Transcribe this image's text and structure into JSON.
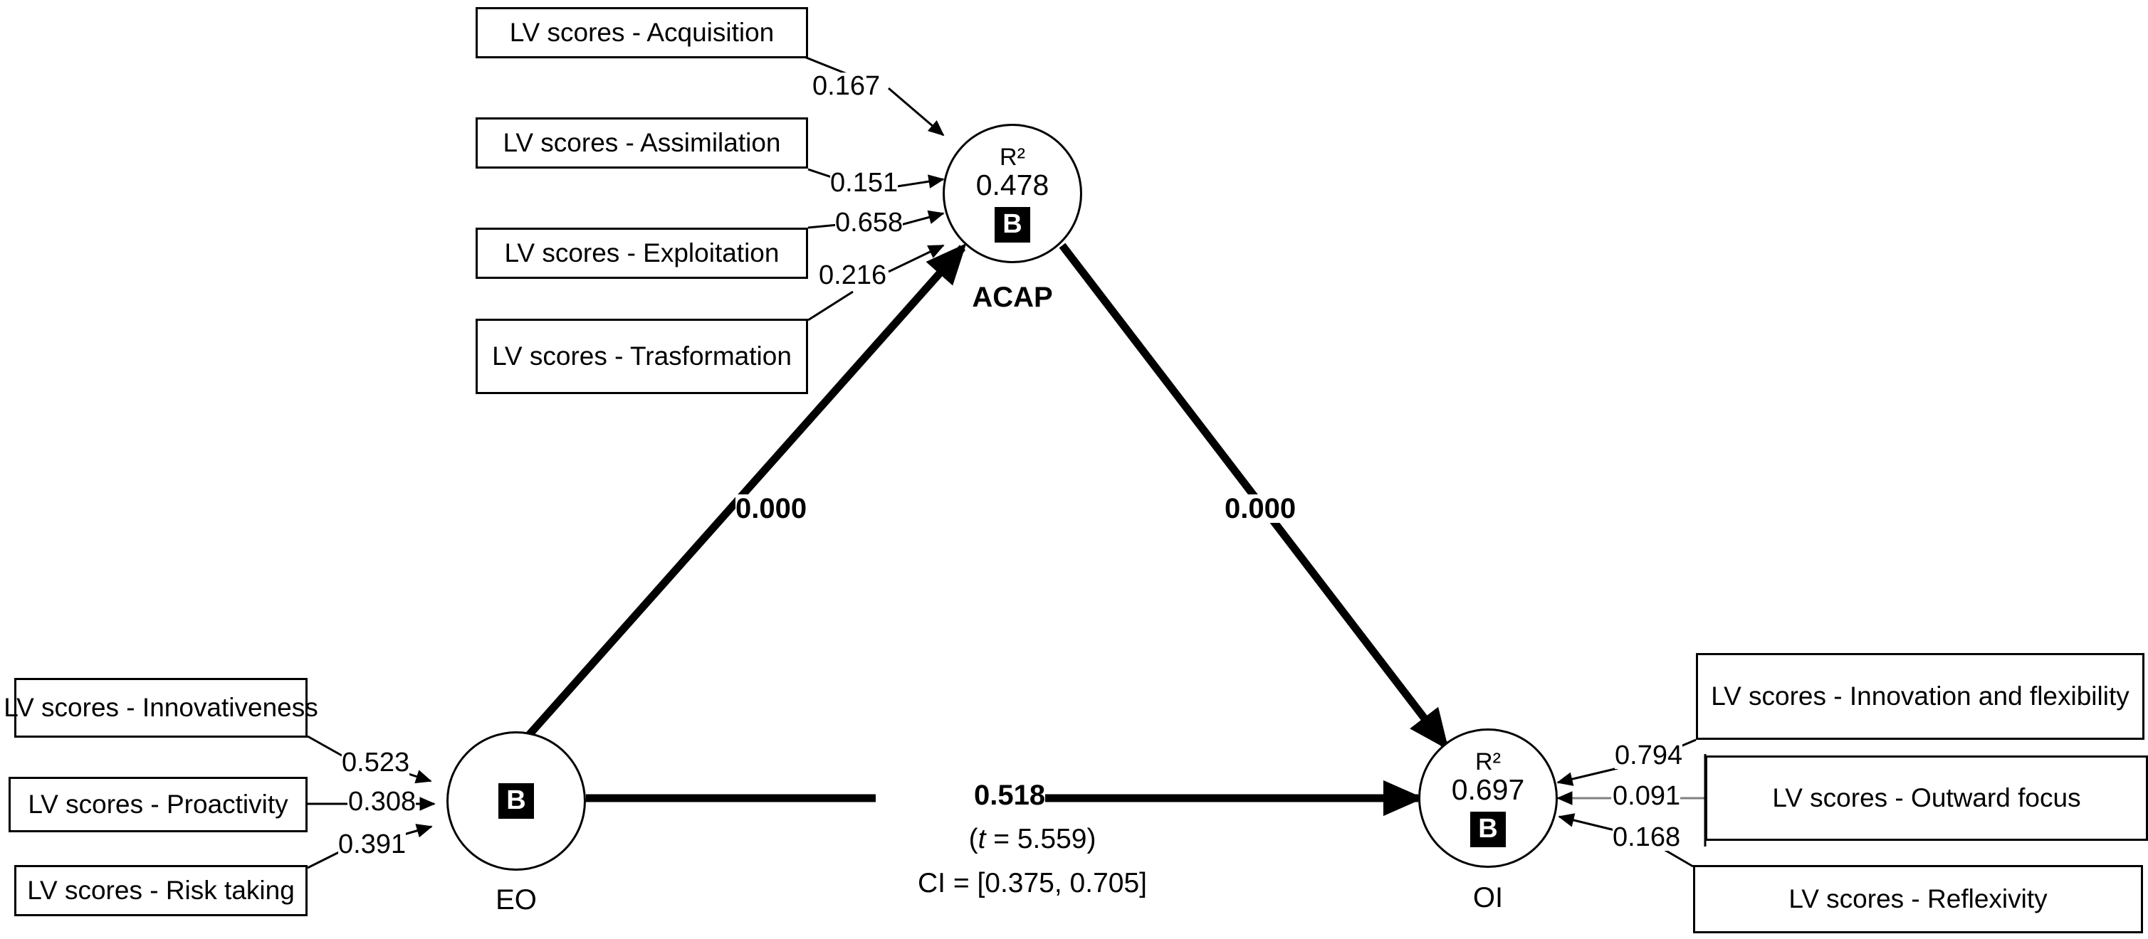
{
  "diagram": {
    "title": "PLS-SEM path model",
    "colors": {
      "stroke": "#000000",
      "background": "#ffffff",
      "grey_connector": "#808080",
      "badge_bg": "#000000",
      "badge_fg": "#ffffff"
    },
    "constructs": [
      {
        "id": "acap",
        "name": "ACAP",
        "r2_label": "R²",
        "r2_value": "0.478",
        "badge": "B"
      },
      {
        "id": "eo",
        "name": "EO",
        "r2_label": "",
        "r2_value": "",
        "badge": "B"
      },
      {
        "id": "oi",
        "name": "OI",
        "r2_label": "R²",
        "r2_value": "0.697",
        "badge": "B"
      }
    ],
    "indicators": {
      "acap": [
        {
          "label": "LV scores - Acquisition",
          "loading": "0.167"
        },
        {
          "label": "LV scores - Assimilation",
          "loading": "0.151"
        },
        {
          "label": "LV scores - Exploitation",
          "loading": "0.658"
        },
        {
          "label": "LV scores - Trasformation",
          "loading": "0.216"
        }
      ],
      "eo": [
        {
          "label": "LV scores - Innovativeness",
          "loading": "0.523"
        },
        {
          "label": "LV scores - Proactivity",
          "loading": "0.308"
        },
        {
          "label": "LV scores - Risk taking",
          "loading": "0.391"
        }
      ],
      "oi": [
        {
          "label": "LV scores - Innovation and flexibility",
          "loading": "0.794"
        },
        {
          "label": "LV scores - Outward focus",
          "loading": "0.091"
        },
        {
          "label": "LV scores - Reflexivity",
          "loading": "0.168"
        }
      ]
    },
    "structural_paths": [
      {
        "id": "eo-acap",
        "from": "EO",
        "to": "ACAP",
        "label": "0.000"
      },
      {
        "id": "acap-oi",
        "from": "ACAP",
        "to": "OI",
        "label": "0.000"
      },
      {
        "id": "eo-oi",
        "from": "EO",
        "to": "OI",
        "label": "0.518",
        "t_prefix": "(",
        "t_symbol": "t",
        "t_value": " = 5.559)",
        "ci": "CI = [0.375,  0.705]"
      }
    ]
  },
  "chart_data": {
    "type": "diagram",
    "title": "PLS-SEM path model: EO, ACAP and OI",
    "nodes": [
      "ACAP",
      "EO",
      "OI"
    ],
    "r_squared": {
      "ACAP": 0.478,
      "EO": null,
      "OI": 0.697
    },
    "outer_loadings": {
      "ACAP": [
        {
          "indicator": "LV scores - Acquisition",
          "value": 0.167
        },
        {
          "indicator": "LV scores - Assimilation",
          "value": 0.151
        },
        {
          "indicator": "LV scores - Exploitation",
          "value": 0.658
        },
        {
          "indicator": "LV scores - Trasformation",
          "value": 0.216
        }
      ],
      "EO": [
        {
          "indicator": "LV scores - Innovativeness",
          "value": 0.523
        },
        {
          "indicator": "LV scores - Proactivity",
          "value": 0.308
        },
        {
          "indicator": "LV scores - Risk taking",
          "value": 0.391
        }
      ],
      "OI": [
        {
          "indicator": "LV scores - Innovation and flexibility",
          "value": 0.794
        },
        {
          "indicator": "LV scores - Outward focus",
          "value": 0.091
        },
        {
          "indicator": "LV scores - Reflexivity",
          "value": 0.168
        }
      ]
    },
    "paths": [
      {
        "from": "EO",
        "to": "ACAP",
        "p_value": 0.0
      },
      {
        "from": "ACAP",
        "to": "OI",
        "p_value": 0.0
      },
      {
        "from": "EO",
        "to": "OI",
        "coefficient": 0.518,
        "t": 5.559,
        "ci": [
          0.375,
          0.705
        ]
      }
    ]
  }
}
